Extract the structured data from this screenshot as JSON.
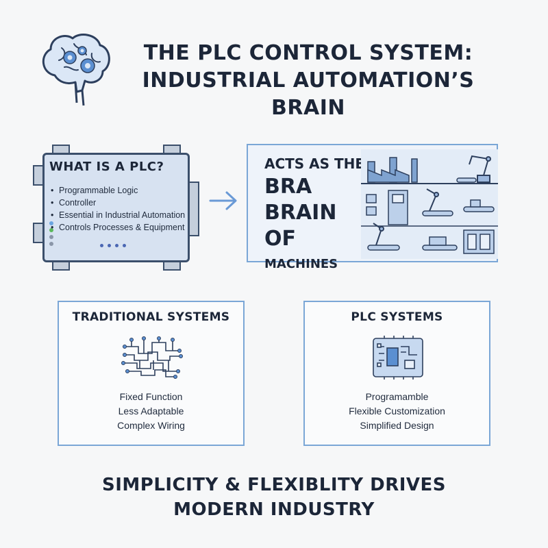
{
  "title": {
    "line1": "THE PLC CONTROL SYSTEM:",
    "line2": "INDUSTRIAL AUTOMATION’S BRAIN"
  },
  "icons": {
    "header": "brain-gears-icon",
    "arrow": "arrow-right-icon",
    "traditional": "circuit-wiring-icon",
    "plc": "circuit-board-icon"
  },
  "plc_card": {
    "title": "WHAT IS A PLC?",
    "items": [
      "Programmable Logic",
      "Controller",
      "Essential in Industrial Automation",
      "Controls Processes & Equipment"
    ]
  },
  "machines_panel": {
    "line1": "ACTS AS THE",
    "line2": "BRA",
    "line3": "BRAIN OF",
    "line4": "MACHINES"
  },
  "traditional": {
    "title": "TRADITIONAL SYSTEMS",
    "items": [
      "Fixed Function",
      "Less Adaptable",
      "Complex Wiring"
    ]
  },
  "plc_systems": {
    "title": "PLC SYSTEMS",
    "items": [
      "Programamble",
      "Flexible Customization",
      "Simplified Design"
    ]
  },
  "footer": {
    "line1": "SIMPLICITY & FLEXIBLITY DRIVES",
    "line2": "MODERN INDUSTRY"
  },
  "colors": {
    "dark_navy": "#1c2638",
    "panel_border": "#7aa6d6",
    "panel_fill": "#eef3fa",
    "plc_fill": "#d7e2f1",
    "accent_blue": "#4b67b3"
  }
}
